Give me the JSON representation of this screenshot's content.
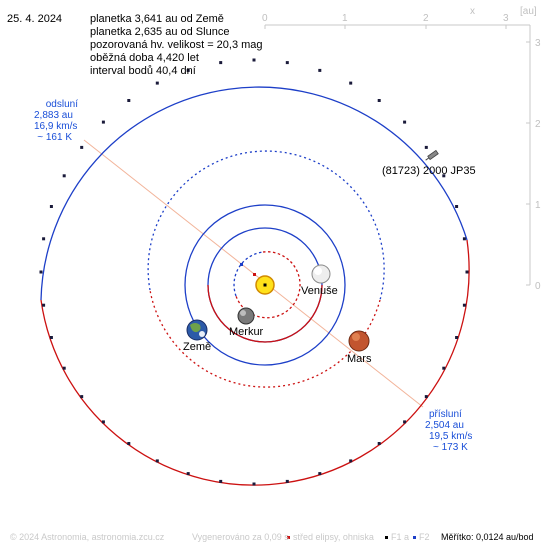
{
  "date": "25. 4. 2024",
  "info_lines": [
    "planetka 3,641 au od Země",
    "planetka 2,635 au od Slunce",
    "pozorovaná hv. velikost = 20,3 mag",
    "oběžná doba 4,420 let",
    "interval bodů 40,4 dní"
  ],
  "axis": {
    "x_label": "x",
    "unit_label": "[au]",
    "x_ticks": [
      "0",
      "1",
      "2",
      "3"
    ],
    "y_ticks": [
      "3",
      "2",
      "1",
      "0"
    ]
  },
  "asteroid_name": "(81723) 2000 JP35",
  "aphelion": {
    "title": "odsluní",
    "distance": "2,883 au",
    "speed": "16,9 km/s",
    "temp": "~ 161 K"
  },
  "perihelion": {
    "title": "přísluní",
    "distance": "2,504 au",
    "speed": "19,5 km/s",
    "temp": "~ 173 K"
  },
  "planets": {
    "venus": "Venuše",
    "mercury": "Merkur",
    "earth": "Země",
    "mars": "Mars"
  },
  "footer": {
    "copyright": "© 2024 Astronomia, astronomia.zcu.cz",
    "generated": "Vygenerováno za 0,09 s",
    "legend_center": "střed elipsy, ohniska",
    "legend_f1": "F1 a",
    "legend_f2": "F2",
    "scale": "Měřítko: 0,0124 au/bod"
  },
  "colors": {
    "orbit_blue": "#1d3fc8",
    "orbit_red": "#cc1111",
    "asteroid_line": "#f2b49a",
    "label_blue": "#1a4fd8",
    "axis_gray": "#c8c8c8"
  }
}
